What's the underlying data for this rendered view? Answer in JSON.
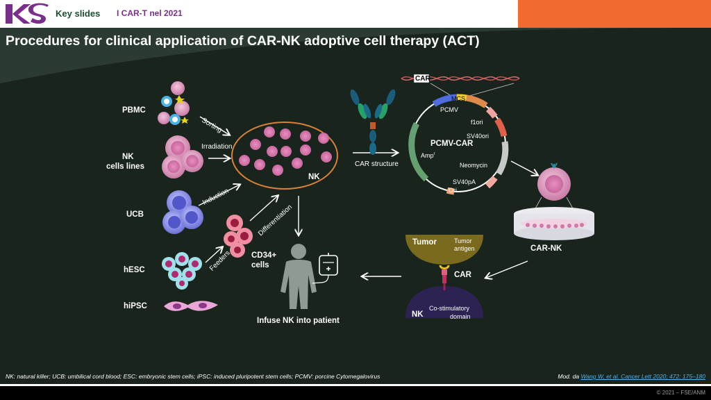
{
  "header": {
    "logo_text": "KS",
    "key_slides": "Key slides",
    "topic": "I CAR-T nel 2021"
  },
  "title": "Procedures for clinical application of CAR-NK adoptive cell therapy (ACT)",
  "sources": {
    "pbmc": "PBMC",
    "nk_lines_1": "NK",
    "nk_lines_2": "cells lines",
    "ucb": "UCB",
    "hesc": "hESC",
    "hipsc": "hiPSC"
  },
  "arrows": {
    "sorting": "Sorting",
    "irradiation": "Irradiation",
    "induction": "Induction",
    "differentiation": "Differentiation",
    "feeders": "Feeders"
  },
  "nk_pool_label": "NK",
  "cd34_1": "CD34+",
  "cd34_2": "cells",
  "infuse_label": "Infuse NK into patient",
  "car_structure": "CAR structure",
  "plasmid": {
    "name": "PCMV-CAR",
    "car_box": "CAR",
    "mcs": "MCS",
    "pcmv": "PCMV",
    "f1ori": "f1ori",
    "sv40ori": "SV40ori",
    "ampr": "Amp",
    "ampr_sup": "r",
    "neomycin": "Neomycin",
    "sv40pa": "SV40pA",
    "ori": "Ori"
  },
  "car_nk": "CAR-NK",
  "synapse": {
    "tumor": "Tumor",
    "tumor_antigen_1": "Tumor",
    "tumor_antigen_2": "antigen",
    "car": "CAR",
    "costim_1": "Co-stimulatory",
    "costim_2": "domain",
    "nk": "NK"
  },
  "footnote": "NK: natural killer; UCB: umbilical cord blood; ESC: embryonic stem cells; iPSC: induced pluripotent stem cells; PCMV: porcine Cytomegalovirus",
  "source_prefix": "Mod. da ",
  "source_link": "Wang W, et al. Cancer Lett 2020; 472: 175–180",
  "copyright": "© 2021 – FSE/ANM",
  "colors": {
    "background": "#1d2a23",
    "header_accent": "#f26b30",
    "logo": "#7b2d8c",
    "key_slides": "#1b4e32",
    "arrow": "#ffffff",
    "nk_ellipse": "#d9803a",
    "cell_pink": "#e4a6c8",
    "cell_blue": "#6f74d8",
    "tumor_cap": "#7a6a1e",
    "nk_cap": "#2c2352"
  }
}
